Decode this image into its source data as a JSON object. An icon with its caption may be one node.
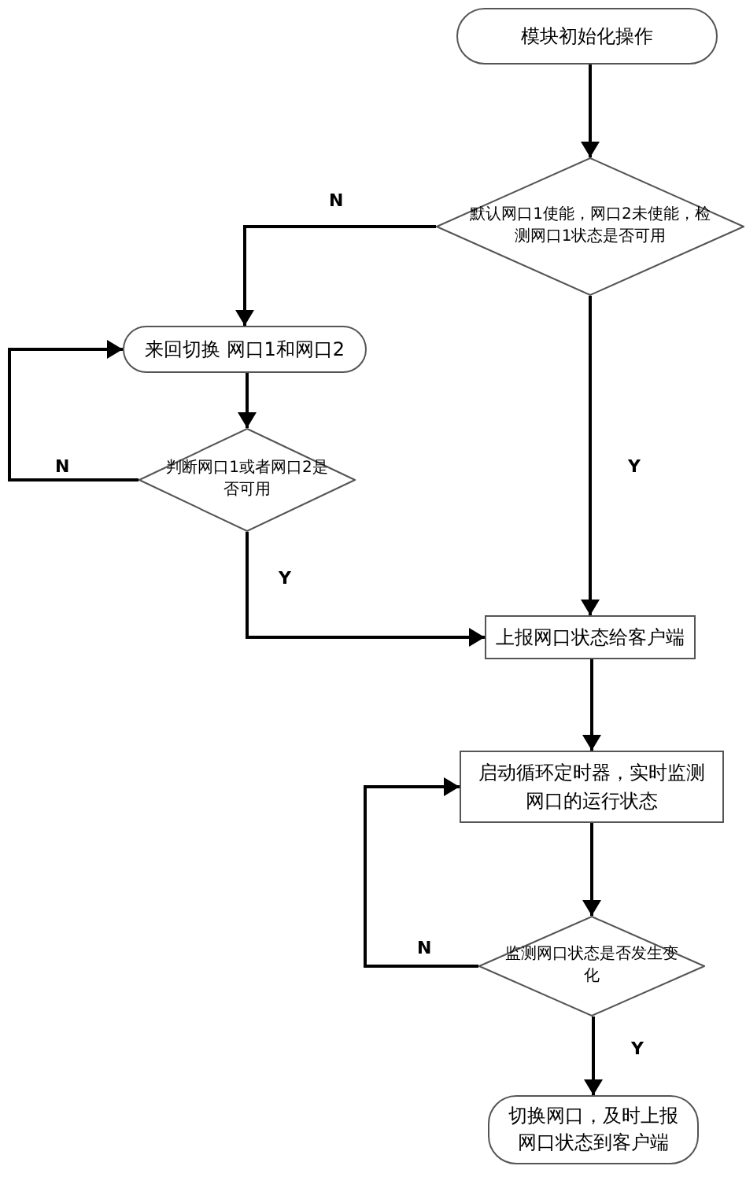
{
  "diagram": {
    "nodes": [
      {
        "text": [
          "模块初始化操作"
        ]
      },
      {
        "text": [
          "默认网口1使能，网口2未使能，检测网口1状态是否可用"
        ]
      },
      {
        "text": [
          "来回切换 网口1和网口2"
        ]
      },
      {
        "text": [
          "判断网口1或者网口2是否可用"
        ]
      },
      {
        "text": [
          "上报网口状态给客户端"
        ]
      },
      {
        "text": [
          "启动循环定时器，实时监测网口的运行状态"
        ]
      },
      {
        "text": [
          "监测网口状态是否发生变化"
        ]
      },
      {
        "text": [
          "切换网口，及时上报网口状态到客户端"
        ]
      }
    ],
    "edges": [
      {
        "from": 0,
        "to": 1,
        "arrow": "to"
      },
      {
        "from": 1,
        "to": 2,
        "arrow": "to",
        "label": "N"
      },
      {
        "from": 2,
        "to": 3,
        "arrow": "to"
      },
      {
        "from": 3,
        "to": 2,
        "arrow": "to",
        "label": "N"
      },
      {
        "from": 3,
        "to": 4,
        "arrow": "to",
        "label": "Y"
      },
      {
        "from": 1,
        "to": 4,
        "arrow": "to",
        "label": "Y"
      },
      {
        "from": 4,
        "to": 5,
        "arrow": "to"
      },
      {
        "from": 5,
        "to": 6,
        "arrow": "to"
      },
      {
        "from": 6,
        "to": 5,
        "arrow": "to",
        "label": "N"
      },
      {
        "from": 6,
        "to": 7,
        "arrow": "to",
        "label": "Y"
      }
    ]
  }
}
